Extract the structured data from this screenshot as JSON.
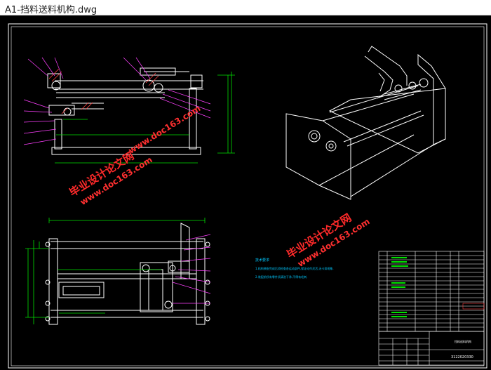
{
  "window": {
    "title": "A1-挡料送料机构.dwg"
  },
  "colors": {
    "background": "#000000",
    "line": "#ffffff",
    "dim": "#00e000",
    "note": "#00c8ff",
    "leader": "#ff40ff",
    "hatch": "#ff4040",
    "watermark": "#ff2a2a",
    "watermark_url": "#ff3030"
  },
  "drawing": {
    "watermark_1": {
      "cn": "毕业设计论文网",
      "url": "www.doc163.com"
    },
    "watermark_2": {
      "cn": "毕业设计论文网",
      "url": "www.doc163.com"
    },
    "watermark_3": {
      "url": "www.doc163.com"
    },
    "notes_title": "技术要求",
    "note_1": "1.机构装配完成后须检查各运动部件,保证动作灵活,无卡滞现象.",
    "note_2": "2.装配前所有零件须清洗干净,不得有毛刺.",
    "title_block": {
      "drawing_name": "挡料送料机构",
      "drawing_number": "3122020330"
    }
  }
}
